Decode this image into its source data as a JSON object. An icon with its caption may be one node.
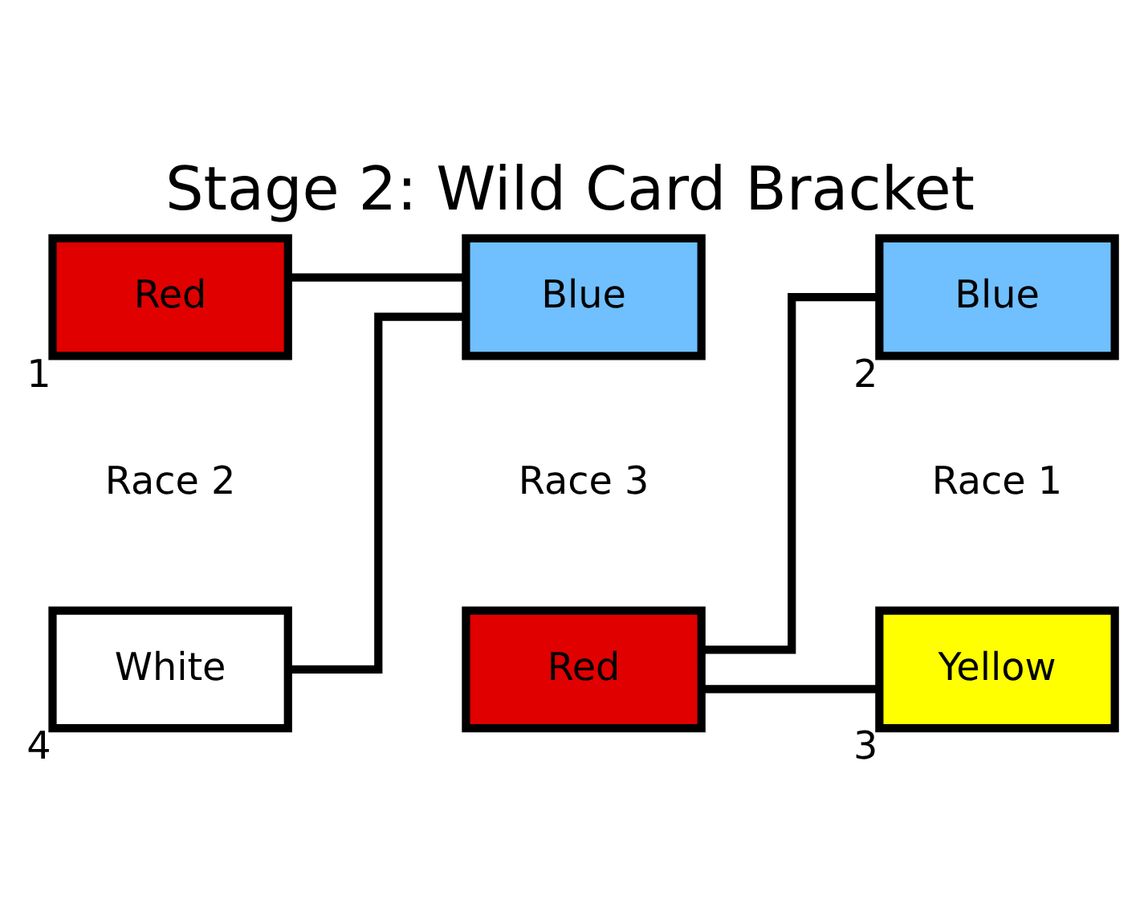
{
  "diagram": {
    "title": "Stage 2: Wild Card Bracket",
    "nodes": [
      {
        "text": [
          "Red"
        ],
        "beside": [
          "1"
        ]
      },
      {
        "text": [
          "Blue"
        ],
        "beside": [
          "2"
        ]
      },
      {
        "text": [
          "Blue"
        ]
      },
      {
        "text": [
          "Red"
        ]
      },
      {
        "text": [
          "White"
        ],
        "beside": [
          "4"
        ]
      },
      {
        "text": [
          "Yellow"
        ],
        "beside": [
          "3"
        ]
      }
    ],
    "edges": [
      {
        "from": 0,
        "to": 2,
        "arrow": "none"
      },
      {
        "from": 4,
        "to": 2,
        "arrow": "none"
      },
      {
        "from": 1,
        "to": 3,
        "arrow": "none"
      },
      {
        "from": 5,
        "to": 3,
        "arrow": "none"
      }
    ],
    "labels": [
      "Race 2",
      "Race 3",
      "Race 1"
    ]
  }
}
